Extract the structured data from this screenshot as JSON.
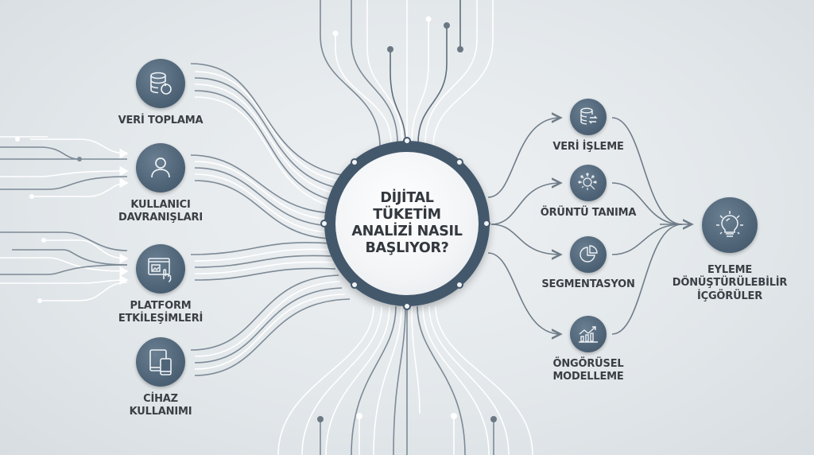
{
  "diagram": {
    "center": {
      "title": "DİJİTAL\nTÜKETİM\nANALİZİ NASIL\nBAŞLIYOR?"
    },
    "inputs": [
      {
        "label": "VERİ TOPLAMA",
        "icon": "database-sync-icon"
      },
      {
        "label": "KULLANICI\nDAVRANIŞLARI",
        "icon": "user-icon"
      },
      {
        "label": "PLATFORM\nETKİLEŞİMLERİ",
        "icon": "browser-click-icon"
      },
      {
        "label": "CİHAZ\nKULLANIMI",
        "icon": "devices-icon"
      }
    ],
    "processes": [
      {
        "label": "VERİ İŞLEME",
        "icon": "database-transfer-icon"
      },
      {
        "label": "ÖRÜNTÜ TANIMA",
        "icon": "pattern-search-icon"
      },
      {
        "label": "SEGMENTASYON",
        "icon": "pie-chart-icon"
      },
      {
        "label": "ÖNGÖRÜSEL\nMODELLEME",
        "icon": "trend-chart-icon"
      }
    ],
    "output": {
      "label": "EYLEME\nDÖNÜŞTÜRÜLEBİLİR\nİÇGÖRÜLER",
      "icon": "lightbulb-icon"
    },
    "colors": {
      "background": "#e3e8eb",
      "icon_circle": "#4f6477",
      "hub_ring": "#44586c",
      "line_dark": "#7d8a96",
      "line_light": "#ffffff",
      "text": "#3a3f45"
    }
  }
}
